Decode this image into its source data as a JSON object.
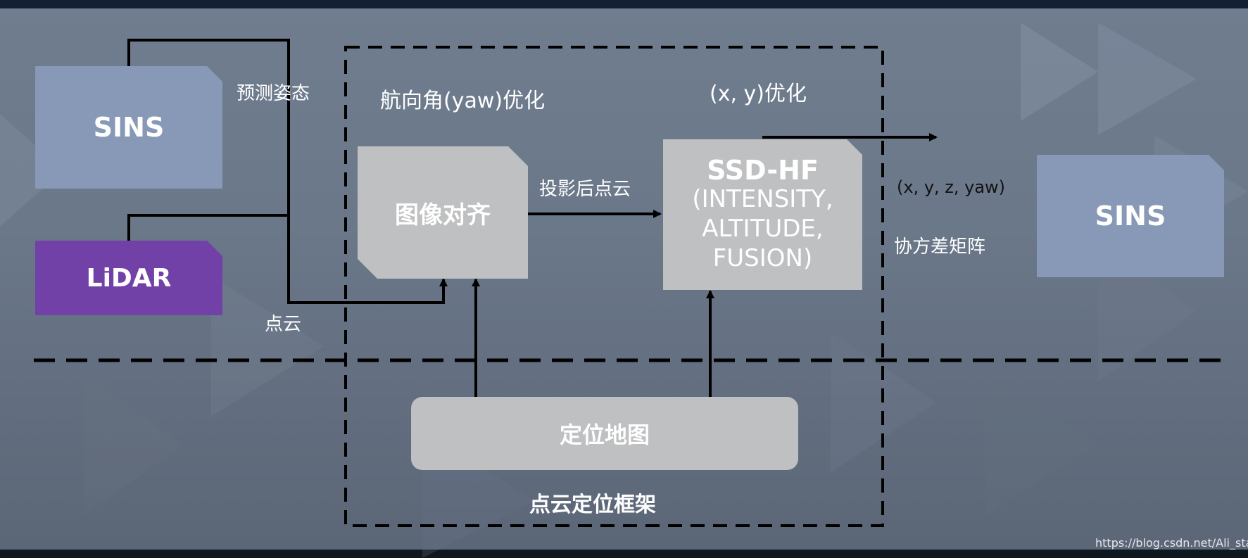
{
  "nodes": {
    "sins_left": "SINS",
    "lidar": "LiDAR",
    "image_align": "图像对齐",
    "ssd_hf_title": "SSD-HF",
    "ssd_hf_detail": [
      "(INTENSITY,",
      "ALTITUDE,",
      "FUSION)"
    ],
    "sins_right": "SINS",
    "loc_map": "定位地图"
  },
  "labels": {
    "predicted_pose": "预测姿态",
    "yaw_opt": "航向角(yaw)优化",
    "xy_opt": "(x, y)优化",
    "projected_cloud": "投影后点云",
    "point_cloud": "点云",
    "output_vars": "(x, y, z, yaw)",
    "covariance": "协方差矩阵",
    "framework": "点云定位框架",
    "watermark": "https://blog.csdn.net/Ali_start"
  },
  "colors": {
    "sins": "#8799b6",
    "lidar": "#7141a8",
    "gray_box": "#bfc0c1",
    "line": "#000000"
  }
}
